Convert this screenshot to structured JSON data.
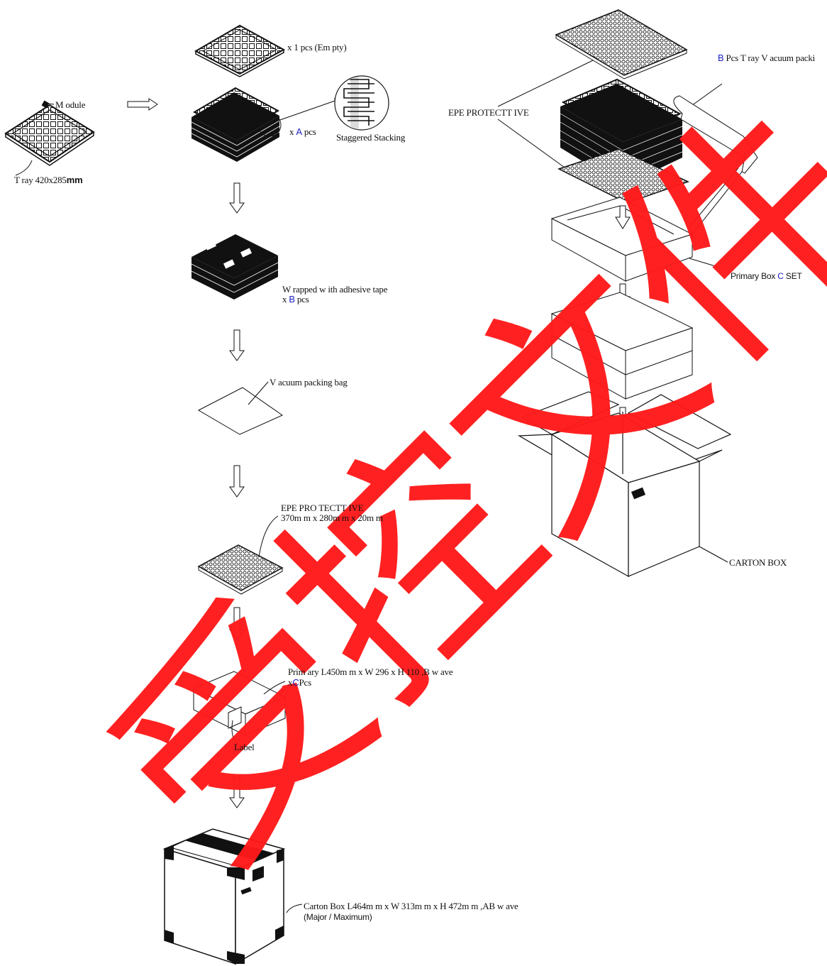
{
  "left": {
    "module_label": "M odule",
    "tray_label": "T ray 420x285",
    "tray_unit": "mm"
  },
  "steps": {
    "empty_tray": "x 1 pcs (Em pty)",
    "stack_prefix": "x",
    "stack_var": "A",
    "stack_suffix": "pcs",
    "staggered": "Staggered Stacking",
    "wrapped_line1": "W rapped w ith adhesive tape",
    "wrapped_prefix": "x",
    "wrapped_var": "B",
    "wrapped_suffix": "pcs",
    "vacuum_bag": "V acuum  packing bag",
    "epe_title": "EPE PRO TECTT IVE",
    "epe_dims": "370m m  x 280m m  x 20m m",
    "primary_line1": "Prim ary L450m m  x W  296 x H 110 ,B w ave",
    "primary_prefix": "x",
    "primary_var": "C",
    "primary_suffix": "Pcs",
    "label": "Label",
    "carton_line1": "Carton Box L464m m  x W  313m m  x H 472m m  ,AB w ave",
    "carton_line2": "(Major / Maximum)"
  },
  "right": {
    "epe_protective": "EPE PROTECTT IVE",
    "tray_vacuum_var": "B",
    "tray_vacuum_text": "Pcs T ray V acuum  packi",
    "primary_box_prefix": "Primary Box",
    "primary_box_var": "C",
    "primary_box_suffix": "SET",
    "carton_box": "CARTON BOX"
  },
  "watermark": {
    "text": "受控文件",
    "color": "#ff1a1a"
  },
  "colors": {
    "line": "#111111",
    "variable": "#1a1fbf"
  }
}
